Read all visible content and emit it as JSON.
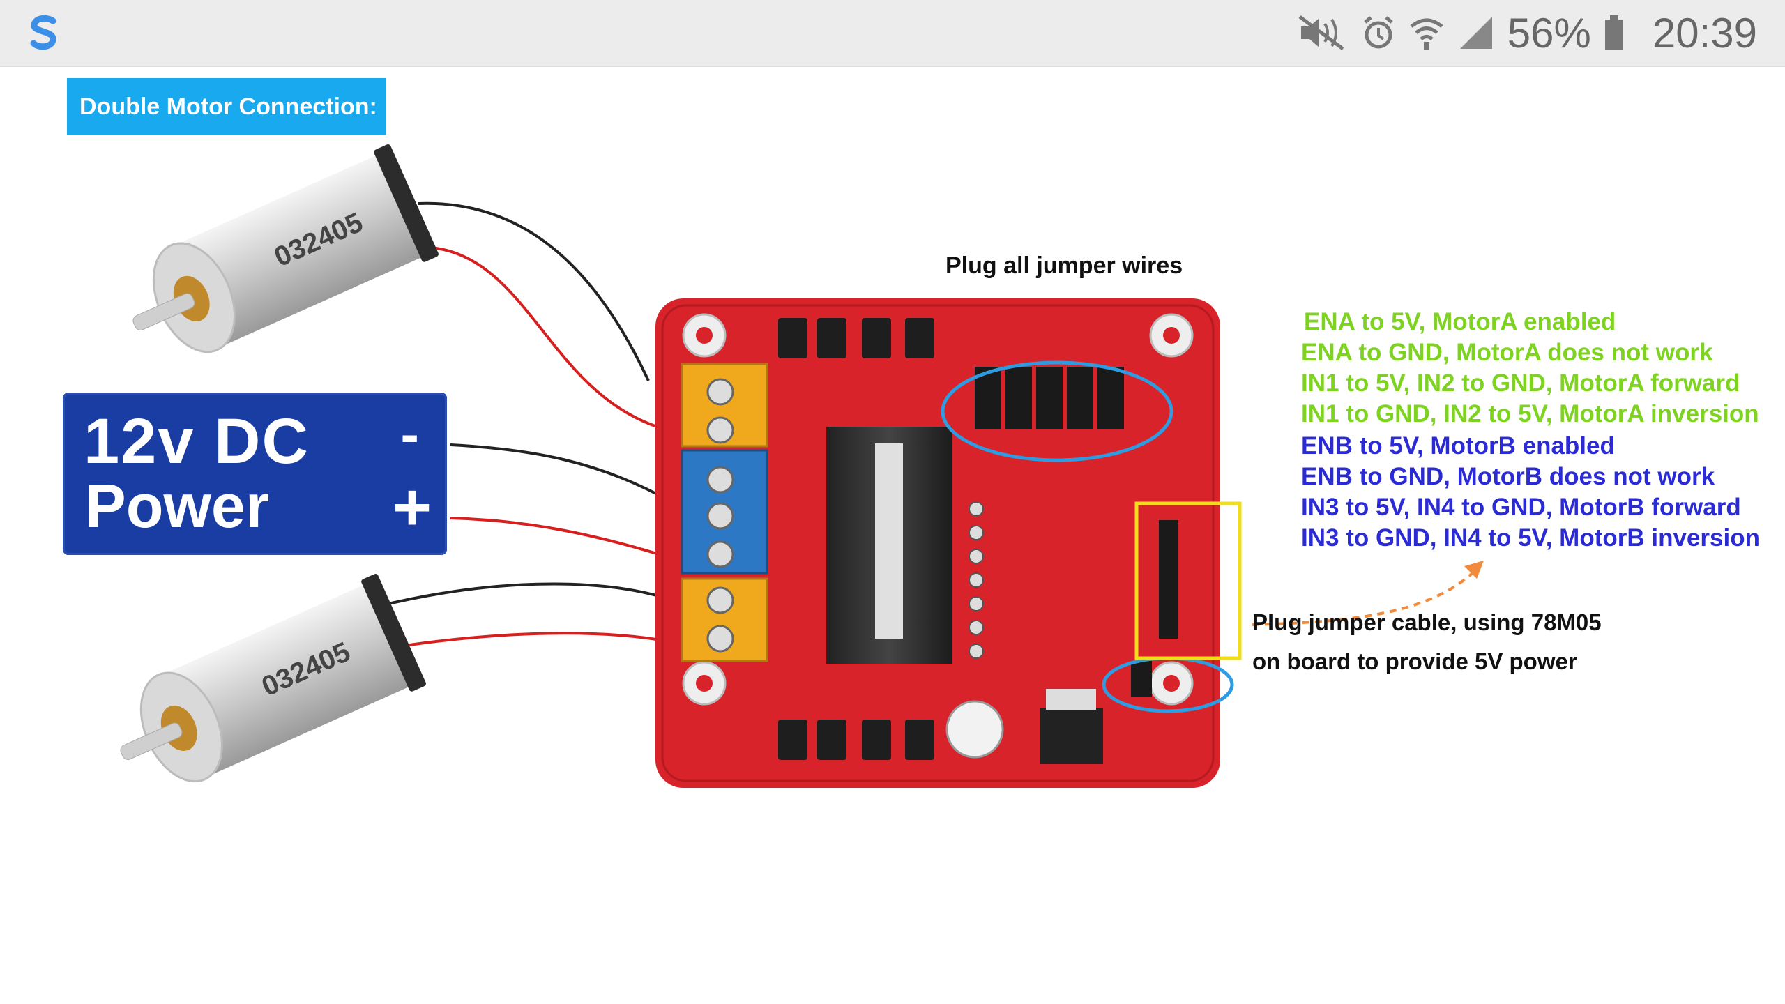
{
  "status_bar": {
    "app_icon": "app-logo-icon",
    "icons": [
      "mute-icon",
      "alarm-icon",
      "wifi-icon",
      "signal-icon"
    ],
    "battery_percent": "56%",
    "battery_level": 0.56,
    "time": "20:39",
    "colors": {
      "background": "#ececec",
      "text": "#666666",
      "app_logo": "#3b8fe6"
    }
  },
  "diagram": {
    "title": "Double Motor Connection:",
    "power": {
      "line1": "12v  DC",
      "line2": "Power",
      "minus": "-",
      "plus": "+"
    },
    "motor_label": "032405",
    "jumper_label": "Plug all jumper wires",
    "cable_label_line1": "Plug jumper cable, using 78M05",
    "cable_label_line2": "on board to provide 5V power",
    "notes": [
      {
        "text": "ENA to 5V, MotorA enabled",
        "color": "green"
      },
      {
        "text": "ENA to GND, MotorA does not work",
        "color": "green"
      },
      {
        "text": "IN1 to 5V, IN2 to GND, MotorA forward",
        "color": "green"
      },
      {
        "text": "IN1 to GND, IN2 to 5V, MotorA inversion",
        "color": "green"
      },
      {
        "text": "ENB to 5V, MotorB enabled",
        "color": "blue"
      },
      {
        "text": "ENB to GND, MotorB does not work",
        "color": "blue"
      },
      {
        "text": "IN3 to 5V, IN4 to GND, MotorB forward",
        "color": "blue"
      },
      {
        "text": "IN3 to GND, IN4 to 5V, MotorB inversion",
        "color": "blue"
      }
    ],
    "colors": {
      "title_badge": "#18a9ee",
      "power_box": "#1a3da3",
      "board": "#d8232a",
      "terminal_yellow": "#f0a91c",
      "terminal_blue": "#2d78c4",
      "highlight_blue": "#2f9be0",
      "highlight_yellow": "#f2de18",
      "note_green": "#7ed321",
      "note_blue": "#2b2bd6",
      "arrow": "#f08a3c"
    }
  }
}
